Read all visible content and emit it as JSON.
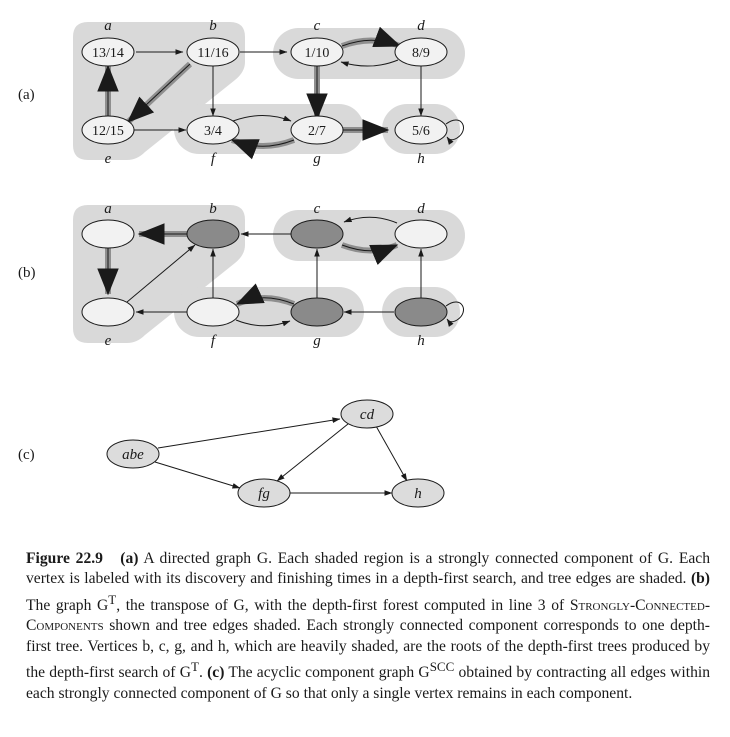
{
  "panels": {
    "a": {
      "tag": "(a)",
      "vertex_names": {
        "a": "a",
        "b": "b",
        "c": "c",
        "d": "d",
        "e": "e",
        "f": "f",
        "g": "g",
        "h": "h"
      },
      "times": {
        "a": "13/14",
        "b": "11/16",
        "c": "1/10",
        "d": "8/9",
        "e": "12/15",
        "f": "3/4",
        "g": "2/7",
        "h": "5/6"
      }
    },
    "b": {
      "tag": "(b)",
      "vertex_names": {
        "a": "a",
        "b": "b",
        "c": "c",
        "d": "d",
        "e": "e",
        "f": "f",
        "g": "g",
        "h": "h"
      }
    },
    "c": {
      "tag": "(c)",
      "components": {
        "abe": "abe",
        "cd": "cd",
        "fg": "fg",
        "h": "h"
      }
    }
  },
  "caption": {
    "figure_label": "Figure 22.9",
    "part_a_tag": "(a)",
    "part_a_text": "A directed graph G. Each shaded region is a strongly connected component of G. Each vertex is labeled with its discovery and finishing times in a depth-first search, and tree edges are shaded.",
    "part_b_tag": "(b)",
    "part_b_text_1": "The graph G",
    "part_b_sup_1": "T",
    "part_b_text_2": ", the transpose of G, with the depth-first forest computed in line 3 of",
    "procedure_name": "Strongly-Connected-Components",
    "part_b_text_3": "shown and tree edges shaded. Each strongly connected component corresponds to one depth-first tree. Vertices b, c, g, and h, which are heavily shaded, are the roots of the depth-first trees produced by the depth-first search of G",
    "part_b_sup_2": "T",
    "part_b_text_4": ".",
    "part_c_tag": "(c)",
    "part_c_text_1": "The acyclic component graph G",
    "part_c_sup": "SCC",
    "part_c_text_2": "obtained by contracting all edges within each strongly connected component of G so that only a single vertex remains in each component."
  },
  "colors": {
    "region_fill": "#d9d9d9",
    "vertex_fill_light": "#f2f2f2",
    "vertex_fill_dark": "#8a8a8a",
    "component_fill": "#dcdcdc",
    "tree_edge": "#8f8f8f",
    "edge": "#1a1a1a"
  }
}
